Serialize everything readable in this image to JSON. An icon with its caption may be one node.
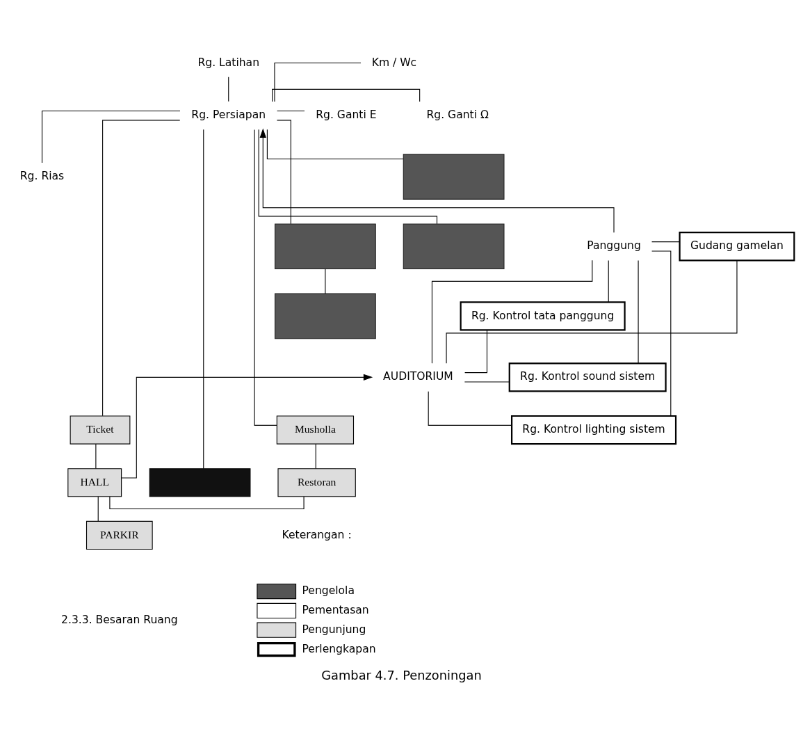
{
  "diagram": {
    "caption": "Gambar 4.7. Penzoningan",
    "nodes": [
      {
        "text": [
          "Km / Wc"
        ]
      },
      {
        "text": [
          "Rg. Latihan"
        ]
      },
      {
        "text": [
          "Rg. Ganti Ω"
        ]
      },
      {
        "text": [
          "Rg. Persiapan"
        ]
      },
      {
        "text": [
          "Rg. Ganti E"
        ]
      },
      {
        "text": [
          "Rg. Rias"
        ]
      },
      {
        "text": [],
        "shape": "box"
      },
      {
        "text": [],
        "shape": "box"
      },
      {
        "text": [],
        "shape": "box"
      },
      {
        "text": [],
        "shape": "box"
      },
      {
        "text": [
          "Panggung"
        ]
      },
      {
        "text": [
          "Gudang gamelan"
        ]
      },
      {
        "text": [
          "Rg. Kontrol tata panggung"
        ]
      },
      {
        "text": [
          "Rg. Kontrol sound sistem"
        ]
      },
      {
        "text": [
          "AUDITORIUM"
        ]
      },
      {
        "text": [
          "Rg. Kontrol lighting sistem"
        ]
      },
      {
        "text": [
          "Musholla"
        ]
      },
      {
        "text": [
          "Ticket"
        ]
      },
      {
        "text": [],
        "shape": "box"
      },
      {
        "text": [
          "HALL"
        ]
      },
      {
        "text": [
          "Restoran"
        ]
      },
      {
        "text": [
          "PARKIR"
        ]
      }
    ],
    "edges": [
      {
        "from": 0,
        "to": 3,
        "arrow": "none"
      },
      {
        "from": 1,
        "to": 3,
        "arrow": "none"
      },
      {
        "from": 3,
        "to": 2,
        "arrow": "none"
      },
      {
        "from": 3,
        "to": 6,
        "arrow": "none"
      },
      {
        "from": 3,
        "to": 4,
        "arrow": "none"
      },
      {
        "from": 3,
        "to": 5,
        "arrow": "none"
      },
      {
        "from": 10,
        "to": 3,
        "arrow": "to"
      },
      {
        "from": 10,
        "to": 14,
        "arrow": "none"
      },
      {
        "from": 10,
        "to": 11,
        "arrow": "none"
      },
      {
        "from": 10,
        "to": 12,
        "arrow": "none"
      },
      {
        "from": 10,
        "to": 13,
        "arrow": "none"
      },
      {
        "from": 10,
        "to": 15,
        "arrow": "none"
      },
      {
        "from": 14,
        "to": 11,
        "arrow": "none"
      },
      {
        "from": 14,
        "to": 12,
        "arrow": "none"
      },
      {
        "from": 14,
        "to": 13,
        "arrow": "none"
      },
      {
        "from": 14,
        "to": 15,
        "arrow": "none"
      },
      {
        "from": 3,
        "to": 7,
        "arrow": "none"
      },
      {
        "from": 3,
        "to": 8,
        "arrow": "none"
      },
      {
        "from": 8,
        "to": 9,
        "arrow": "none"
      },
      {
        "from": 3,
        "to": 16,
        "arrow": "none"
      },
      {
        "from": 3,
        "to": 18,
        "arrow": "none"
      },
      {
        "from": 3,
        "to": 17,
        "arrow": "none"
      },
      {
        "from": 19,
        "to": 14,
        "arrow": "to"
      },
      {
        "from": 17,
        "to": 19,
        "arrow": "none"
      },
      {
        "from": 19,
        "to": 20,
        "arrow": "none"
      },
      {
        "from": 16,
        "to": 20,
        "arrow": "none"
      },
      {
        "from": 19,
        "to": 21,
        "arrow": "none"
      }
    ],
    "labels": [
      "Keterangan :",
      "2.3.3. Besaran Ruang"
    ],
    "legend": [
      {
        "text": "Pengelola",
        "color": "#555555"
      },
      {
        "text": "Pementasan",
        "color": "#ffffff"
      },
      {
        "text": "Pengunjung",
        "color": "#dddddd"
      },
      {
        "text": "Perlengkapan"
      }
    ]
  }
}
